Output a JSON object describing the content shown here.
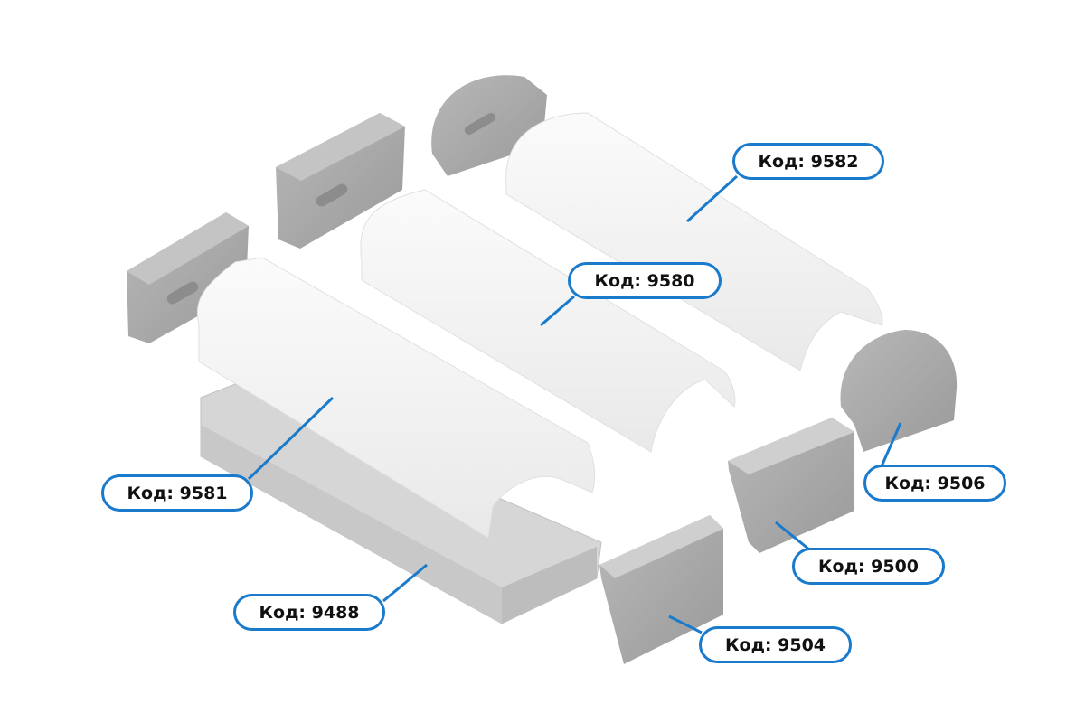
{
  "accent_color": "#1a7acb",
  "labels": {
    "l9582": "Код: 9582",
    "l9580": "Код: 9580",
    "l9581": "Код: 9581",
    "l9488": "Код: 9488",
    "l9506": "Код: 9506",
    "l9500": "Код: 9500",
    "l9504": "Код: 9504"
  }
}
